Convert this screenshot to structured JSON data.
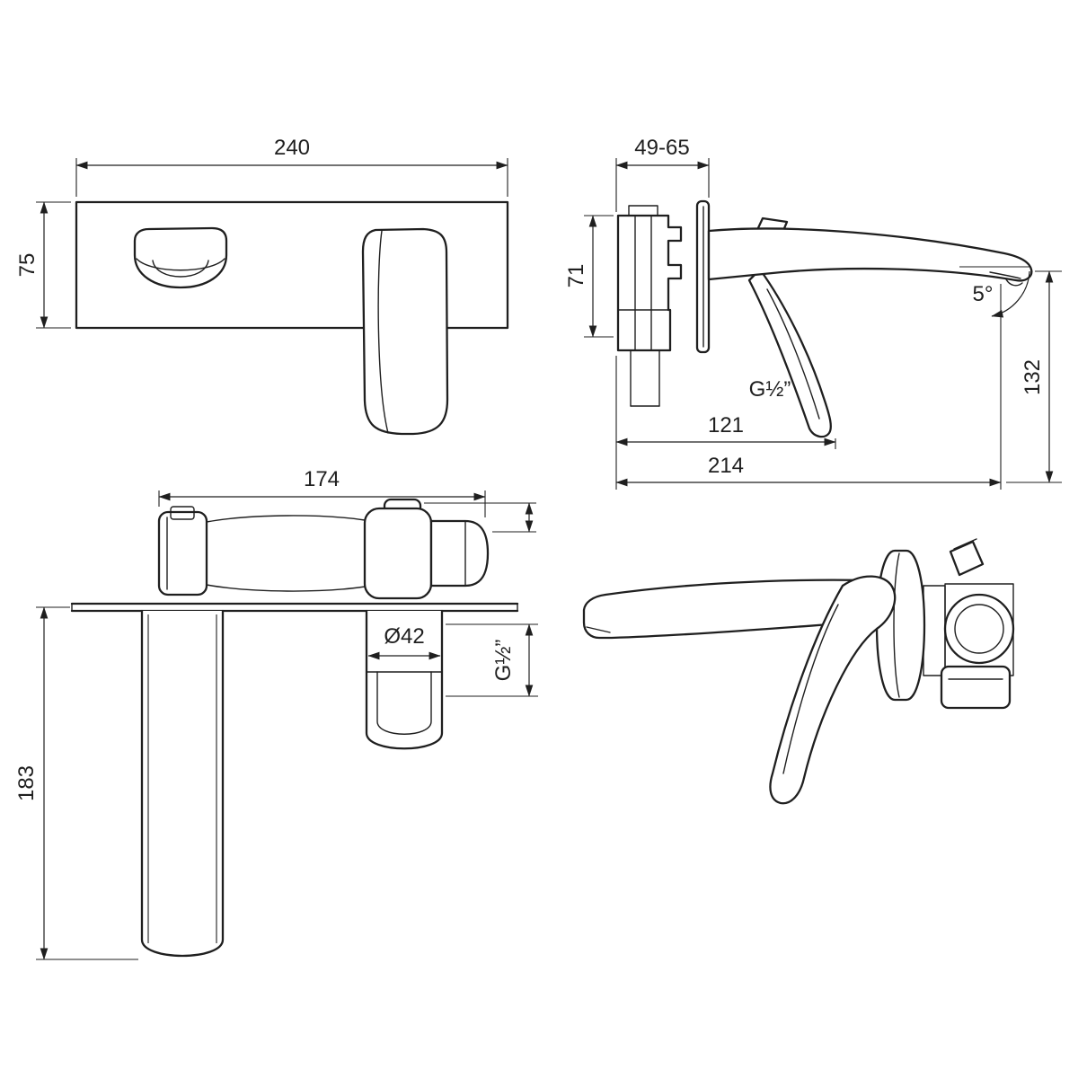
{
  "colors": {
    "background": "#ffffff",
    "line": "#1f1f1f"
  },
  "views": {
    "front": {
      "width": "240",
      "height": "75"
    },
    "side": {
      "depth_range": "49-65",
      "body_height": "71",
      "thread": "G½”",
      "handle_reach": "121",
      "total_reach": "214",
      "spout_height": "132",
      "spout_angle": "5°"
    },
    "plan": {
      "body_width": "174",
      "spout_diameter": "Ø42",
      "thread": "G½”",
      "pipe_length": "183"
    }
  }
}
